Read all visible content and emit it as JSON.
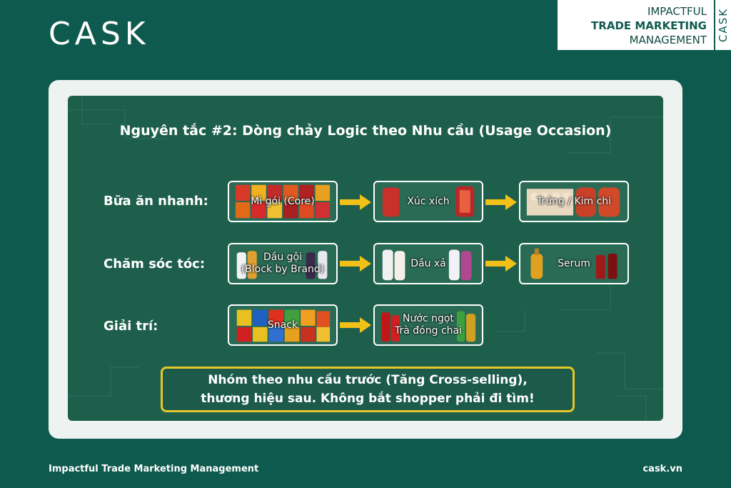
{
  "brand": {
    "logo_text": "CASK"
  },
  "badge": {
    "line1": "IMPACTFUL",
    "line2": "TRADE MARKETING",
    "line3": "MANAGEMENT",
    "side": "CASK"
  },
  "slide": {
    "title": "Nguyên tắc #2: Dòng chảy Logic theo Nhu cầu (Usage Occasion)",
    "rows": [
      {
        "label": "Bữa ăn nhanh:",
        "steps": [
          {
            "label": "Mì gói (Core)",
            "icon": "noodle-pack-icon"
          },
          {
            "label": "Xúc xích",
            "icon": "sausage-icon"
          },
          {
            "label": "Trứng / Kim chi",
            "icon": "egg-kimchi-icon"
          }
        ]
      },
      {
        "label": "Chăm sóc tóc:",
        "steps": [
          {
            "label": "Dầu gội",
            "label2": "(Block by Brand)",
            "icon": "shampoo-bottle-icon"
          },
          {
            "label": "Dầu xả",
            "icon": "conditioner-bottle-icon"
          },
          {
            "label": "Serum",
            "icon": "serum-bottle-icon"
          }
        ]
      },
      {
        "label": "Giải trí:",
        "steps": [
          {
            "label": "Snack",
            "icon": "snack-bag-icon"
          },
          {
            "label": "Nước ngọt",
            "label2": "Trà đóng chai",
            "icon": "soft-drink-bottle-icon"
          }
        ]
      }
    ],
    "note_line1": "Nhóm theo nhu cầu trước (Tăng Cross-selling),",
    "note_line2": "thương hiệu sau. Không bắt shopper phải đi tìm!"
  },
  "footer": {
    "left": "Impactful Trade Marketing Management",
    "right": "cask.vn"
  },
  "colors": {
    "background": "#0f5a4e",
    "board": "#1e5f4c",
    "arrow": "#f2c118",
    "note_border": "#e8c528"
  }
}
